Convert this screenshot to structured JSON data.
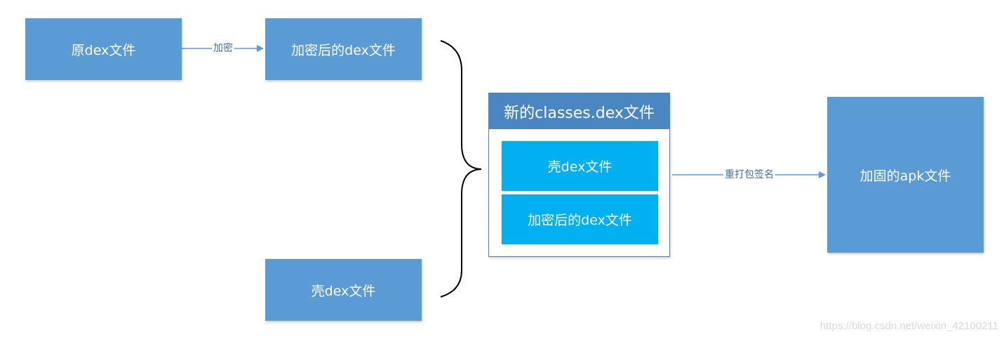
{
  "nodes": {
    "original_dex": "原dex文件",
    "encrypted_dex": "加密后的dex文件",
    "shell_dex": "壳dex文件",
    "new_classes_dex": "新的classes.dex文件",
    "inner_shell_dex": "壳dex文件",
    "inner_encrypted_dex": "加密后的dex文件",
    "hardened_apk": "加固的apk文件"
  },
  "edges": {
    "encrypt": "加密",
    "repack_sign": "重打包签名"
  },
  "watermark": "https://blog.csdn.net/weixin_42100211",
  "colors": {
    "box_fill": "#5b9bd5",
    "container_header": "#4a86c2",
    "inner_fill": "#00b0f0",
    "arrow": "#5b9bd5",
    "brace": "#000000"
  }
}
